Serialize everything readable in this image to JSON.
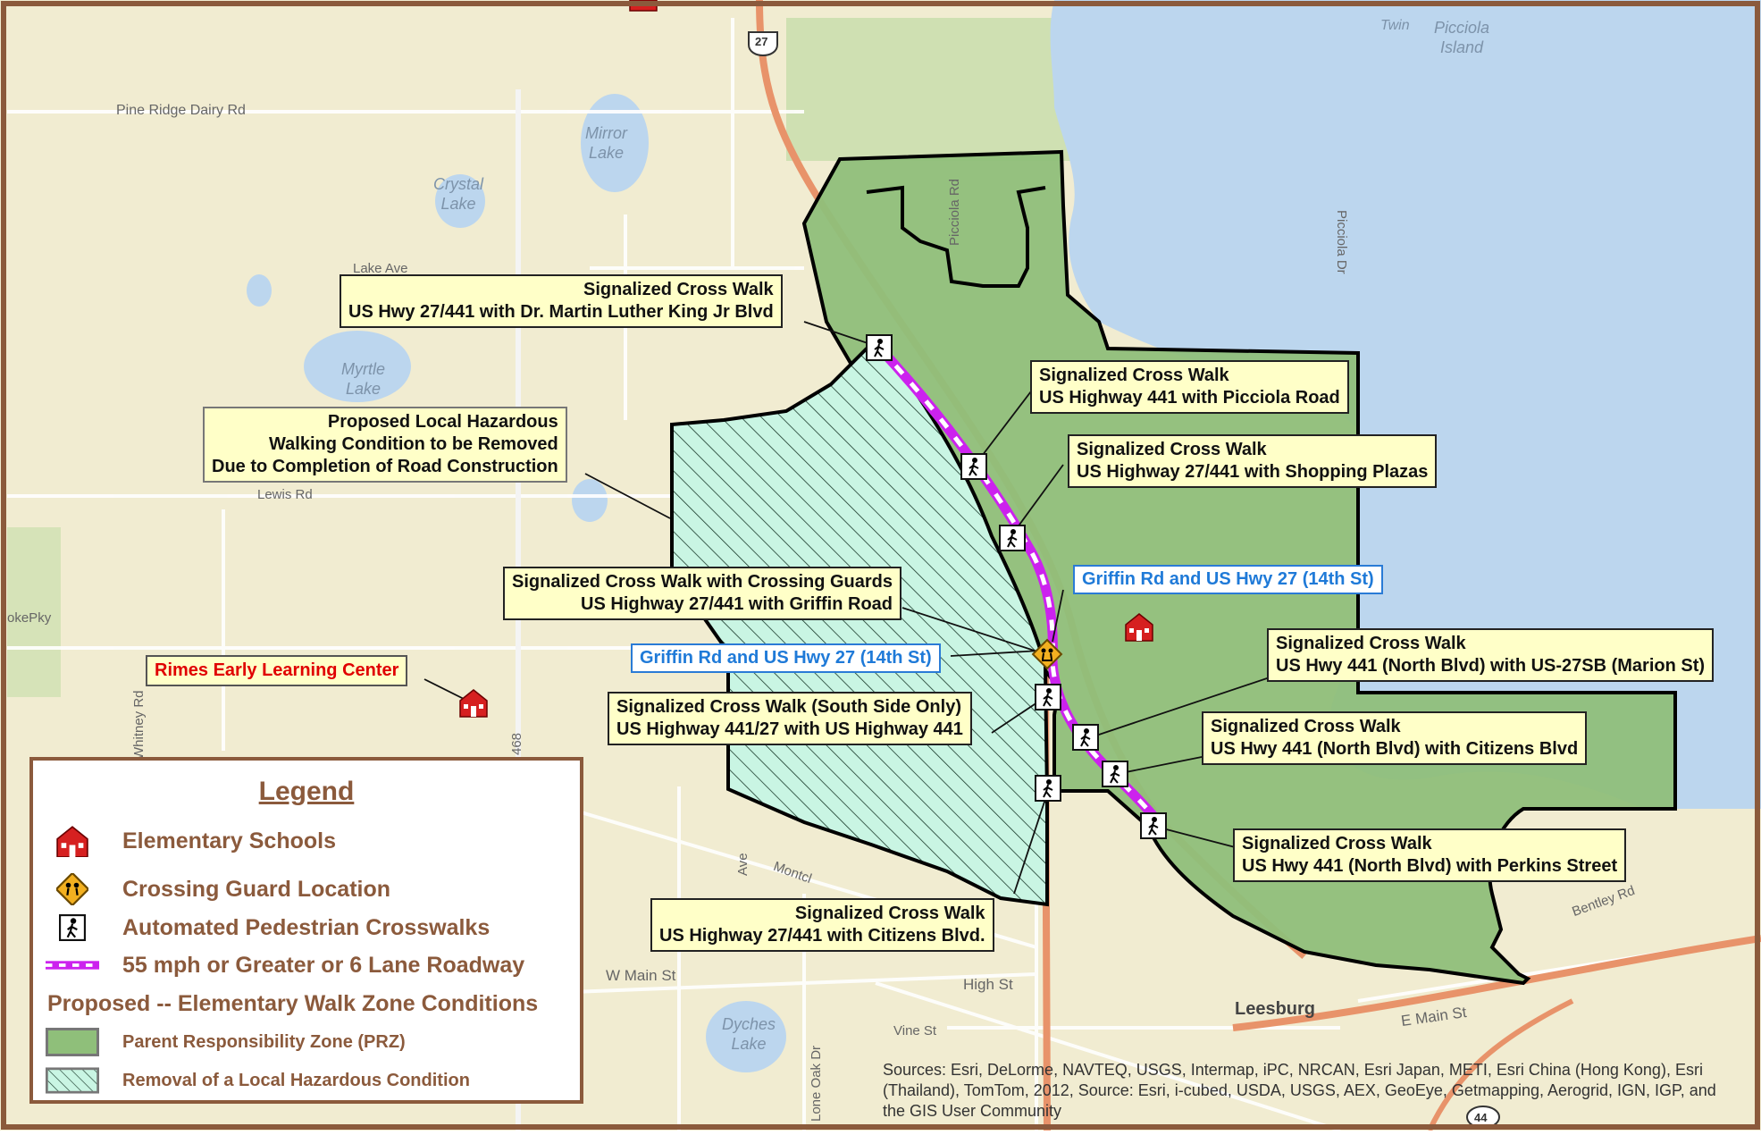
{
  "map": {
    "place_labels": {
      "pine_ridge": "Pine Ridge Dairy Rd",
      "mirror_lake": "Mirror\nLake",
      "crystal_lake": "Crystal\nLake",
      "lake_ave": "Lake Ave",
      "myrtle_lake": "Myrtle\nLake",
      "lewis_rd": "Lewis Rd",
      "picciola_island": "Picciola\nIsland",
      "picciola_rd": "Picciola Rd",
      "picciola_dr": "Picciola Dr",
      "twin": "Twin",
      "whitney_rd": "Whitney Rd",
      "w_main_st": "W Main St",
      "high_st": "High St",
      "vine_st": "Vine St",
      "dyches_lake": "Dyches\nLake",
      "lone_oak_dr": "Lone Oak Dr",
      "leesburg": "Leesburg",
      "e_main_st": "E Main St",
      "bentley": "Bentley Rd",
      "montclair": "Montcl",
      "ave": "Ave",
      "ike_pky": "okePky",
      "hwy27": "27",
      "hwy44": "44",
      "rd468": "468"
    },
    "callouts": {
      "mlk": {
        "line1": "Signalized Cross Walk",
        "line2": "US Hwy 27/441 with Dr. Martin Luther King Jr Blvd"
      },
      "picciola": {
        "line1": "Signalized Cross Walk",
        "line2": "US Highway 441 with Picciola Road"
      },
      "hazard": {
        "line1": "Proposed Local Hazardous",
        "line2": "Walking Condition to be Removed",
        "line3": "Due to Completion of Road Construction"
      },
      "plazas": {
        "line1": "Signalized Cross Walk",
        "line2": "US Highway 27/441 with Shopping Plazas"
      },
      "griffin_guard": {
        "line1": "Signalized Cross Walk with Crossing Guards",
        "line2": "US Highway 27/441 with Griffin Road"
      },
      "griffin_blue_right": "Griffin Rd and US Hwy 27 (14th St)",
      "griffin_blue_left": "Griffin Rd and US Hwy 27 (14th St)",
      "marion": {
        "line1": "Signalized Cross Walk",
        "line2": "US Hwy 441 (North Blvd) with US-27SB (Marion St)"
      },
      "south_side": {
        "line1": "Signalized Cross Walk (South Side Only)",
        "line2": "US Highway 441/27 with US Highway 441"
      },
      "citizens_north": {
        "line1": "Signalized Cross Walk",
        "line2": "US Hwy 441 (North Blvd) with Citizens Blvd"
      },
      "perkins": {
        "line1": "Signalized Cross Walk",
        "line2": "US Hwy 441 (North Blvd) with Perkins Street"
      },
      "citizens_blvd": {
        "line1": "Signalized Cross Walk",
        "line2": "US Highway 27/441 with Citizens Blvd."
      },
      "rimes": "Rimes Early Learning Center"
    }
  },
  "legend": {
    "title": "Legend",
    "items": [
      {
        "icon": "school-icon",
        "label": "Elementary Schools"
      },
      {
        "icon": "crossing-guard-icon",
        "label": "Crossing Guard Location"
      },
      {
        "icon": "pedestrian-crosswalk-icon",
        "label": "Automated Pedestrian Crosswalks"
      },
      {
        "icon": "roadway-line-icon",
        "label": "55 mph or Greater or 6 Lane Roadway"
      }
    ],
    "section_heading": "Proposed -- Elementary Walk Zone Conditions",
    "zones": [
      {
        "label": "Parent Responsibility Zone (PRZ)",
        "color": "#8fbf7a"
      },
      {
        "label": "Removal of a Local Hazardous Condition",
        "color": "#c9f5e3"
      }
    ]
  },
  "sources": "Sources: Esri, DeLorme, NAVTEQ, USGS, Intermap, iPC, NRCAN, Esri Japan, METI, Esri China (Hong Kong), Esri (Thailand), TomTom, 2012, Source: Esri, i-cubed, USDA, USGS, AEX, GeoEye, Getmapping, Aerogrid, IGN, IGP, and the GIS User Community",
  "colors": {
    "land": "#f1ecd1",
    "water": "#bcd6ee",
    "prz": "#8fbf7a",
    "hazard_fill": "#c9f5e3",
    "highway": "#e8936a",
    "roadway_magenta": "#cc22ee",
    "frame": "#8b5a3c"
  }
}
